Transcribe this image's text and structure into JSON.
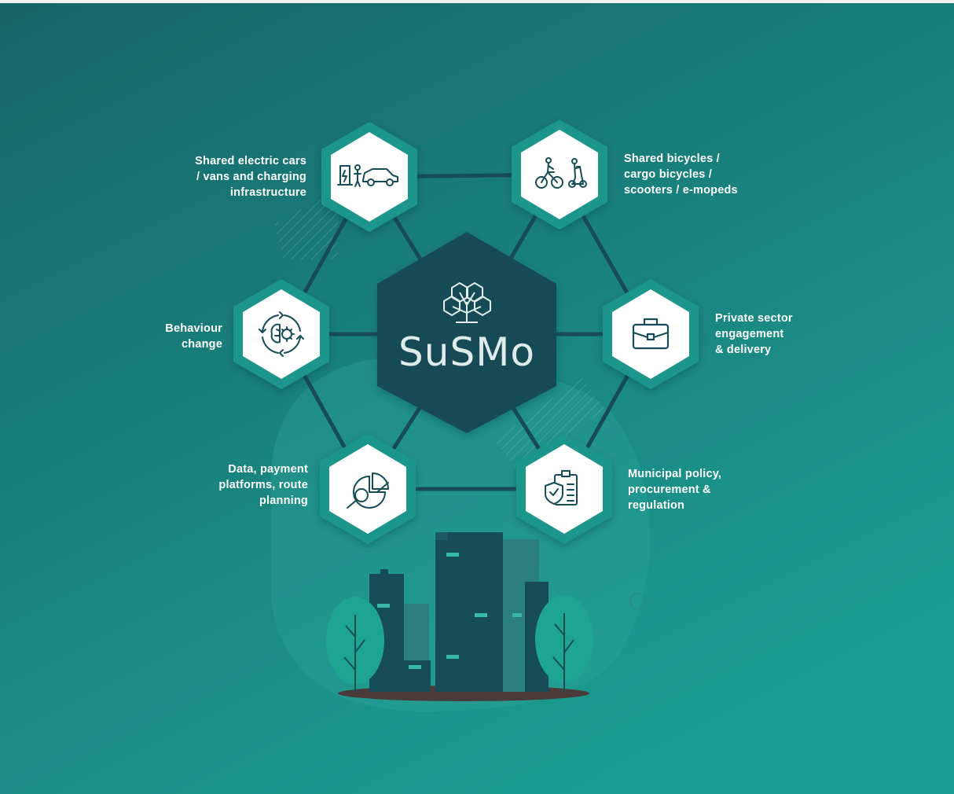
{
  "center": {
    "title": "SuSMo",
    "logo_icon": "hexagon-tree-logo-icon"
  },
  "colors": {
    "bg_top": "#166567",
    "bg_bottom": "#1c9d91",
    "hex_dark": "#164c56",
    "hex_ring": "#1e958a",
    "connector": "#164c56",
    "tree": "#1ea591",
    "label": "#ffffff"
  },
  "nodes": [
    {
      "id": "cars",
      "label": "Shared electric cars\n/ vans and charging\ninfrastructure",
      "icon": "electric-car-charging-icon"
    },
    {
      "id": "bikes",
      "label": "Shared bicycles /\ncargo bicycles /\nscooters / e-mopeds",
      "icon": "bicycle-scooter-icon"
    },
    {
      "id": "private",
      "label": "Private sector\nengagement\n& delivery",
      "icon": "briefcase-icon"
    },
    {
      "id": "policy",
      "label": "Municipal policy,\nprocurement &\nregulation",
      "icon": "clipboard-shield-icon"
    },
    {
      "id": "data",
      "label": "Data, payment\nplatforms, route\nplanning",
      "icon": "pie-chart-magnifier-icon"
    },
    {
      "id": "behaviour",
      "label": "Behaviour\nchange",
      "icon": "brain-cycle-icon"
    }
  ]
}
